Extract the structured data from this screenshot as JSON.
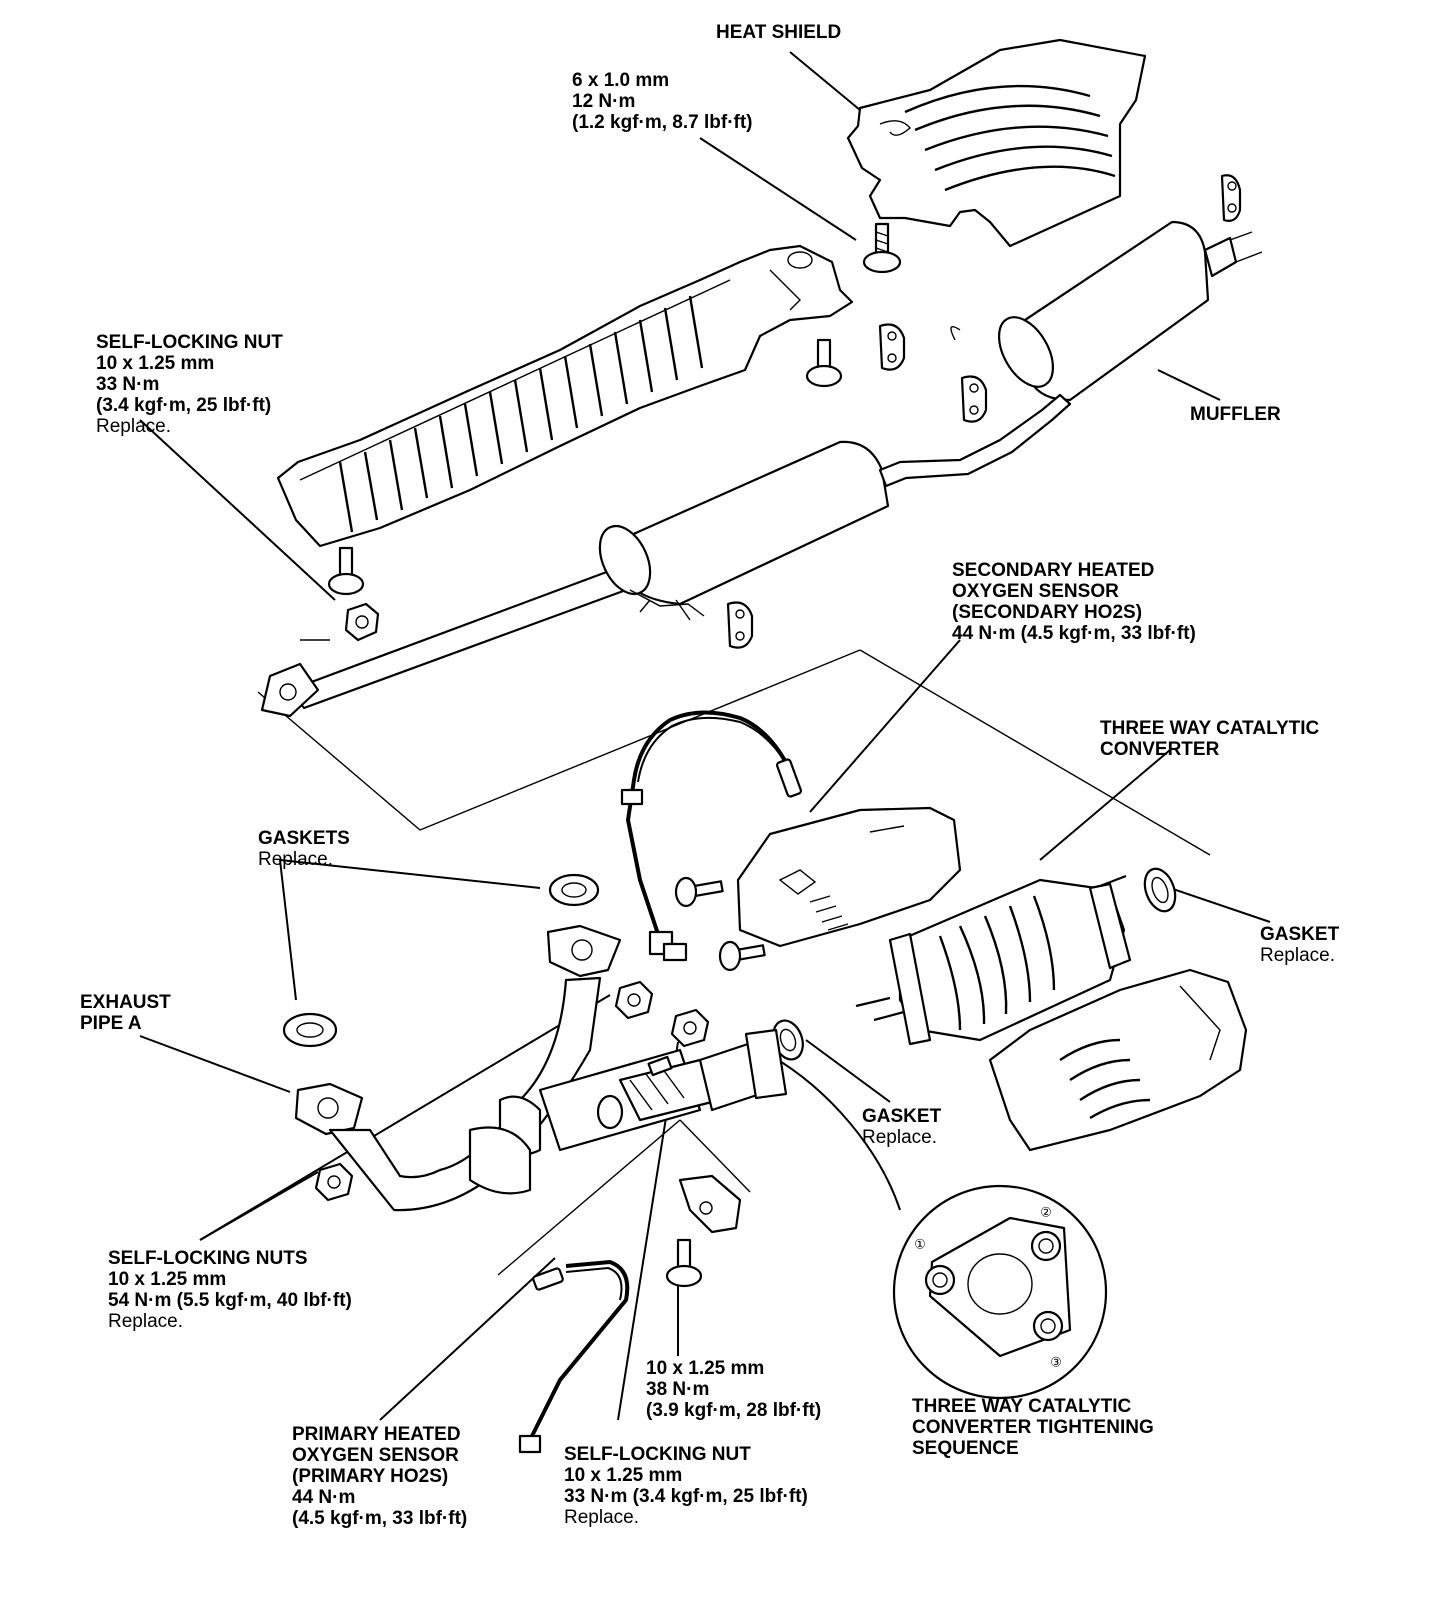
{
  "labels": {
    "heat_shield": {
      "lines": [
        {
          "t": "HEAT SHIELD",
          "b": true
        }
      ]
    },
    "bolt_6x1": {
      "lines": [
        {
          "t": "6 x 1.0 mm",
          "b": true
        },
        {
          "t": "12 N·m",
          "b": true
        },
        {
          "t": "(1.2 kgf·m, 8.7 lbf·ft)",
          "b": true
        }
      ]
    },
    "self_locking_nut_top": {
      "lines": [
        {
          "t": "SELF-LOCKING NUT",
          "b": true
        },
        {
          "t": "10 x 1.25 mm",
          "b": true
        },
        {
          "t": "33 N·m",
          "b": true
        },
        {
          "t": "(3.4 kgf·m, 25 lbf·ft)",
          "b": true
        },
        {
          "t": "Replace.",
          "b": false
        }
      ]
    },
    "muffler": {
      "lines": [
        {
          "t": "MUFFLER",
          "b": true
        }
      ]
    },
    "secondary_ho2s": {
      "lines": [
        {
          "t": "SECONDARY HEATED",
          "b": true
        },
        {
          "t": "OXYGEN SENSOR",
          "b": true
        },
        {
          "t": "(SECONDARY HO2S)",
          "b": true
        },
        {
          "t": "44 N·m (4.5 kgf·m, 33 lbf·ft)",
          "b": true
        }
      ]
    },
    "twc": {
      "lines": [
        {
          "t": "THREE WAY CATALYTIC",
          "b": true
        },
        {
          "t": "CONVERTER",
          "b": true
        }
      ]
    },
    "gaskets": {
      "lines": [
        {
          "t": "GASKETS",
          "b": true
        },
        {
          "t": "Replace.",
          "b": false
        }
      ]
    },
    "gasket_right": {
      "lines": [
        {
          "t": "GASKET",
          "b": true
        },
        {
          "t": "Replace.",
          "b": false
        }
      ]
    },
    "exhaust_pipe_a": {
      "lines": [
        {
          "t": "EXHAUST",
          "b": true
        },
        {
          "t": "PIPE A",
          "b": true
        }
      ]
    },
    "gasket_mid": {
      "lines": [
        {
          "t": "GASKET",
          "b": true
        },
        {
          "t": "Replace.",
          "b": false
        }
      ]
    },
    "self_locking_nuts_left": {
      "lines": [
        {
          "t": "SELF-LOCKING NUTS",
          "b": true
        },
        {
          "t": "10 x 1.25 mm",
          "b": true
        },
        {
          "t": "54 N·m (5.5 kgf·m, 40 lbf·ft)",
          "b": true
        },
        {
          "t": "Replace.",
          "b": false
        }
      ]
    },
    "bolt_10x125": {
      "lines": [
        {
          "t": "10 x 1.25 mm",
          "b": true
        },
        {
          "t": "38 N·m",
          "b": true
        },
        {
          "t": "(3.9 kgf·m, 28 lbf·ft)",
          "b": true
        }
      ]
    },
    "twc_sequence": {
      "lines": [
        {
          "t": "THREE WAY CATALYTIC",
          "b": true
        },
        {
          "t": "CONVERTER TIGHTENING",
          "b": true
        },
        {
          "t": "SEQUENCE",
          "b": true
        }
      ]
    },
    "primary_ho2s": {
      "lines": [
        {
          "t": "PRIMARY HEATED",
          "b": true
        },
        {
          "t": "OXYGEN SENSOR",
          "b": true
        },
        {
          "t": "(PRIMARY HO2S)",
          "b": true
        },
        {
          "t": "44 N·m",
          "b": true
        },
        {
          "t": "(4.5 kgf·m, 33 lbf·ft)",
          "b": true
        }
      ]
    },
    "self_locking_nut_bottom": {
      "lines": [
        {
          "t": "SELF-LOCKING NUT",
          "b": true
        },
        {
          "t": "10 x 1.25 mm",
          "b": true
        },
        {
          "t": "33 N·m (3.4 kgf·m, 25 lbf·ft)",
          "b": true
        },
        {
          "t": "Replace.",
          "b": false
        }
      ]
    }
  },
  "sequence_numbers": [
    "①",
    "②",
    "③"
  ]
}
